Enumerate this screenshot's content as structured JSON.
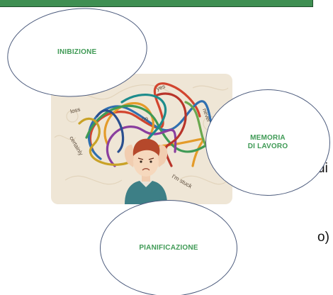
{
  "bubbles": {
    "inibizione": "INIBIZIONE",
    "memoria": "MEMORIA\nDI LAVORO",
    "pianificazione": "PIANIFICAZIONE"
  },
  "illustration": {
    "words": {
      "yes": "yes",
      "no": "no",
      "loss": "loss",
      "never": "never",
      "certainly": "certainly",
      "im_stuck": "I'm stuck"
    }
  },
  "cut_text": {
    "line1": "di",
    "line2": "o)"
  },
  "colors": {
    "banner": "#3f8f52",
    "label": "#3f9a55",
    "bubble_border": "#4b5a7c",
    "illustration_bg": "#efe6d6"
  }
}
